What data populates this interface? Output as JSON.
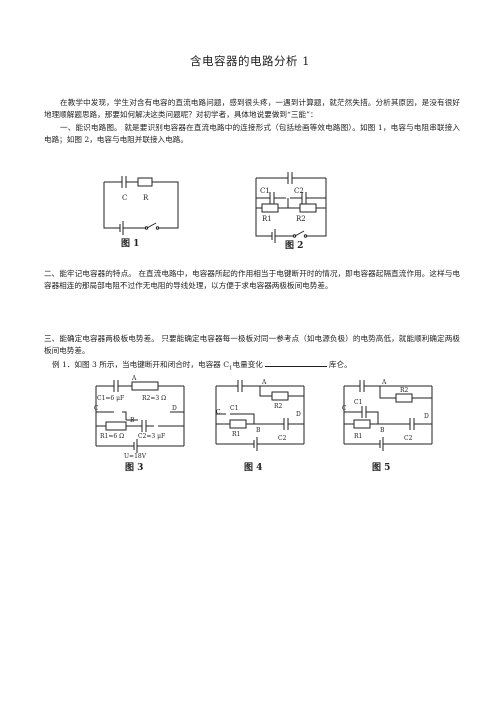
{
  "title": "含电容器的电路分析 1",
  "intro": "在教学中发现，学生对含有电容的直流电路问题，感到很头疼，一遇到计算题，就茫然失措。分析其原因，是没有很好地理顺解题思路，那要如何解决这类问题呢？对初学者，具体地说要做到“三能”：",
  "section1": "一、能识电路图。 就是要识别电容器在直流电路中的连接形式（包括绘画等效电路图）。如图 1，电容与电阻串联接入电路；如图 2，电容与电阻并联接入电路。",
  "section2": "二、能牢记电容器的特点。 在直流电路中，电容器所起的作用相当于电键断开时的情况，即电容器起隔直流作用。这样与电容器相连的那局部电阻不过作无电阻的导线处理，以方便于求电容器两极板间电势差。",
  "section3": "三、能确定电容器两极板电势差。 只要能确定电容器每一极板对同一参考点（如电源负极）的电势高低，就能顺利确定两极板间电势差。",
  "example_prefix": "例 1．如图 3 所示，当电键断开和闭合时，电容器 C",
  "example_sub": "1",
  "example_suffix": "电量变化",
  "example_unit": "库仑。",
  "figures": {
    "fig1": {
      "caption": "图 1",
      "label_c": "C",
      "label_r": "R"
    },
    "fig2": {
      "caption": "图 2",
      "label_c1": "C1",
      "label_c2": "C2",
      "label_r1": "R1",
      "label_r2": "R2"
    },
    "fig3": {
      "caption": "图 3",
      "label_a": "A",
      "label_b": "B",
      "label_c": "C",
      "label_d": "D",
      "c1": "C1=6 μF",
      "r2": "R2=3 Ω",
      "r1": "R1=6 Ω",
      "c2": "C2=3 μF",
      "u": "U=18V"
    },
    "fig4": {
      "caption": "图 4",
      "label_a": "A",
      "label_b": "B",
      "label_c": "C",
      "label_d": "D",
      "c1": "C1",
      "c2": "C2",
      "r1": "R1",
      "r2": "R2"
    },
    "fig5": {
      "caption": "图 5",
      "label_a": "A",
      "label_b": "B",
      "label_c": "C",
      "label_d": "D",
      "c1": "C1",
      "c2": "C2",
      "r1": "R1",
      "r2": "R2"
    }
  }
}
